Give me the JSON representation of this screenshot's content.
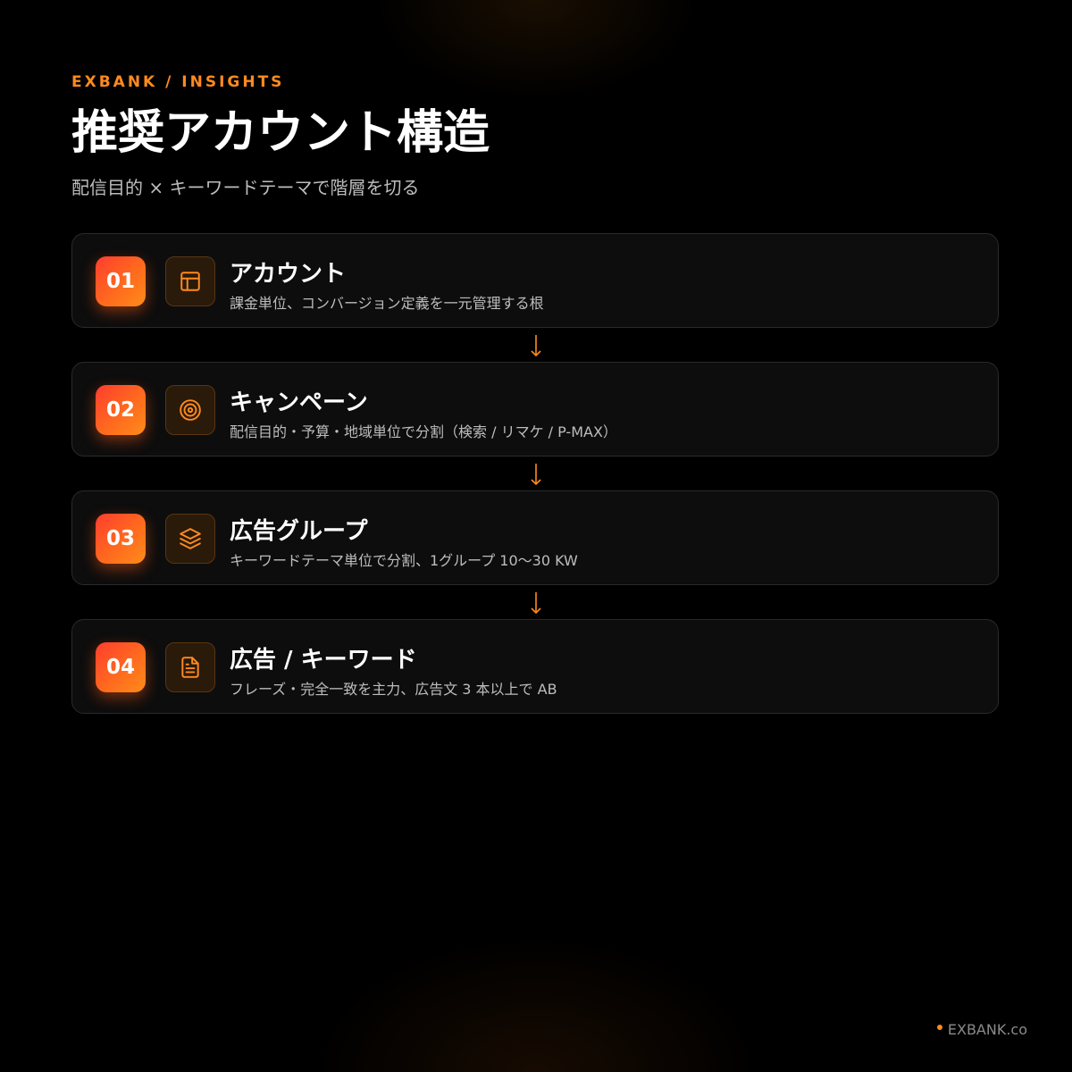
{
  "header": {
    "eyebrow": "EXBANK / INSIGHTS",
    "title": "推奨アカウント構造",
    "subtitle": "配信目的 × キーワードテーマで階層を切る"
  },
  "steps": [
    {
      "number": "01",
      "icon": "layout-icon",
      "title": "アカウント",
      "description": "課金単位、コンバージョン定義を一元管理する根"
    },
    {
      "number": "02",
      "icon": "target-icon",
      "title": "キャンペーン",
      "description": "配信目的・予算・地域単位で分割（検索 / リマケ / P-MAX）"
    },
    {
      "number": "03",
      "icon": "layers-icon",
      "title": "広告グループ",
      "description": "キーワードテーマ単位で分割、1グループ 10〜30 KW"
    },
    {
      "number": "04",
      "icon": "document-icon",
      "title": "広告 / キーワード",
      "description": "フレーズ・完全一致を主力、広告文 3 本以上で AB"
    }
  ],
  "footer": {
    "brand": "EXBANK.co"
  },
  "colors": {
    "accent": "#ff8a1f",
    "badge_start": "#ff3d2e",
    "badge_end": "#ff8c1a",
    "card_bg": "#0d0d0d",
    "card_border": "#2a2a2a",
    "background": "#000000"
  }
}
